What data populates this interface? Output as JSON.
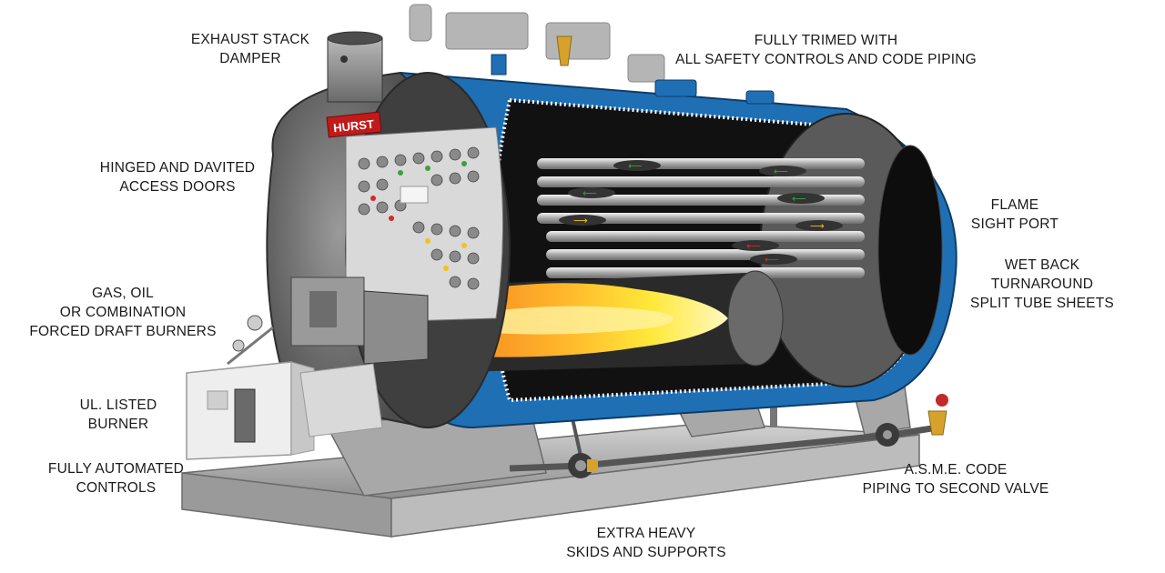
{
  "diagram": {
    "brand": "HURST",
    "labels": {
      "exhaust_stack": [
        "EXHAUST STACK",
        "DAMPER"
      ],
      "safety_controls": [
        "FULLY TRIMED WITH",
        "ALL SAFETY CONTROLS AND CODE PIPING"
      ],
      "access_doors": [
        "HINGED AND DAVITED",
        "ACCESS DOORS"
      ],
      "flame_sight_port": [
        "FLAME",
        "SIGHT PORT"
      ],
      "wet_back": [
        "WET BACK",
        "TURNAROUND",
        "SPLIT TUBE SHEETS"
      ],
      "burners": [
        "GAS, OIL",
        "OR COMBINATION",
        "FORCED DRAFT BURNERS"
      ],
      "ul_burner": [
        "UL. LISTED",
        "BURNER"
      ],
      "automated_controls": [
        "FULLY AUTOMATED",
        "CONTROLS"
      ],
      "asme_piping": [
        "A.S.M.E. CODE",
        "PIPING TO SECOND VALVE"
      ],
      "skids": [
        "EXTRA HEAVY",
        "SKIDS AND SUPPORTS"
      ]
    },
    "colors": {
      "shell_blue": "#1f6fb5",
      "steel_gray": "#8c8c8c",
      "flame_orange": "#f28a1e",
      "flame_yellow": "#ffe23a",
      "brand_red": "#c21a1a",
      "arrow_green": "#3aa13a",
      "arrow_yellow": "#f2c21a",
      "arrow_red": "#d42a2a"
    }
  }
}
